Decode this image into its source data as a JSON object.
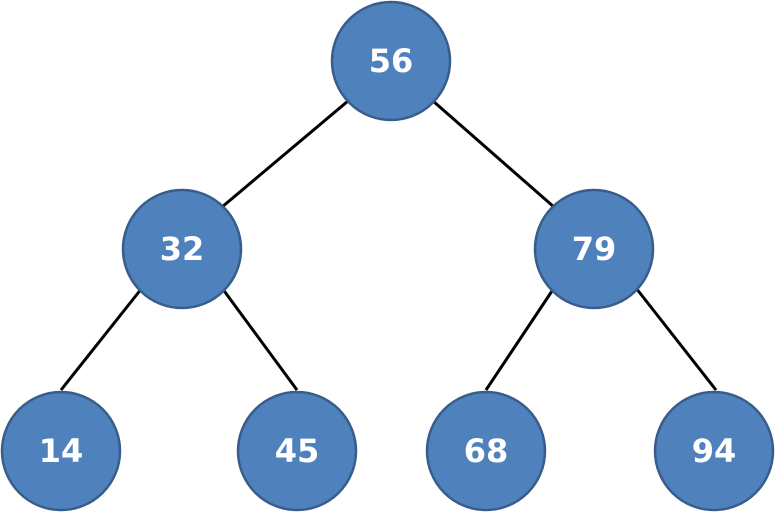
{
  "colors": {
    "node_fill": "#4f81bd",
    "node_stroke": "#385d8a",
    "edge": "#000000",
    "label": "#ffffff",
    "background": "#ffffff"
  },
  "tree": {
    "root": {
      "value": "56",
      "left": {
        "value": "32",
        "left": {
          "value": "14"
        },
        "right": {
          "value": "45"
        }
      },
      "right": {
        "value": "79",
        "left": {
          "value": "68"
        },
        "right": {
          "value": "94"
        }
      }
    }
  }
}
